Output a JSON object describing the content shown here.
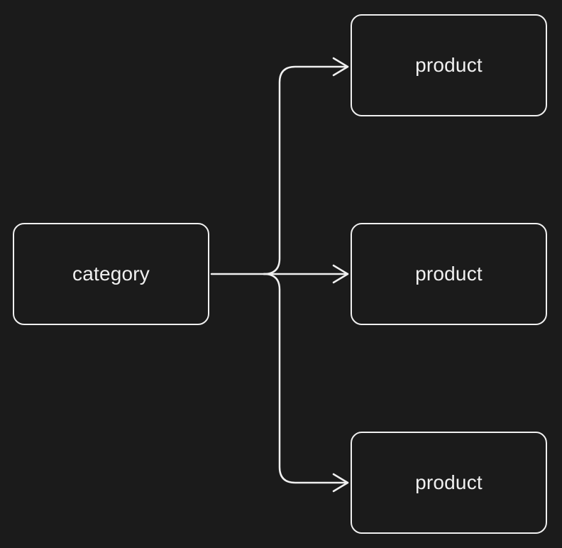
{
  "colors": {
    "background": "#1b1b1b",
    "stroke": "#f0f0f0",
    "text": "#f0f0f0"
  },
  "nodes": {
    "category": {
      "label": "category"
    },
    "products": [
      {
        "label": "product"
      },
      {
        "label": "product"
      },
      {
        "label": "product"
      }
    ]
  },
  "edges": [
    {
      "from": "category",
      "to": "product-1"
    },
    {
      "from": "category",
      "to": "product-2"
    },
    {
      "from": "category",
      "to": "product-3"
    }
  ]
}
